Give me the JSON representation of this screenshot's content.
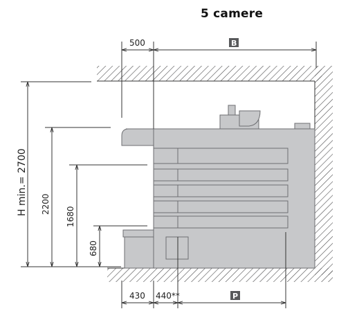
{
  "title": "5 camere",
  "dimensions": {
    "rear_clearance": "500",
    "width_badge": "B",
    "room_height": "H min.= 2700",
    "height_top": "2200",
    "height_tray": "1680",
    "height_proofer": "680",
    "front_clearance": "430",
    "door_clearance": "440**",
    "depth_badge": "P"
  },
  "colors": {
    "machine_body": "#c7c8ca",
    "machine_outline": "#6d6e71",
    "badge_fill": "#58595b",
    "hatch": "#4d4d4f"
  },
  "chambers": 5
}
